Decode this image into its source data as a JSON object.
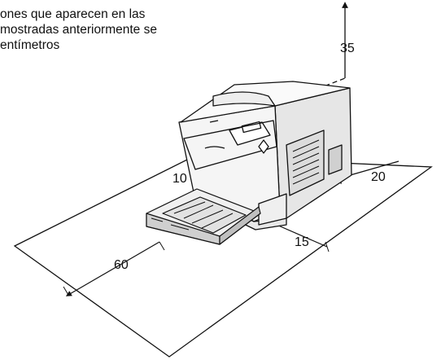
{
  "caption": {
    "lines": [
      "ones que aparecen en las",
      "mostradas anteriormente se",
      "entímetros"
    ]
  },
  "dimensions": {
    "top": "35",
    "left": "10",
    "right": "20",
    "front": "15",
    "long": "60"
  },
  "colors": {
    "line": "#111111",
    "printer_body": "#f4f4f4",
    "printer_shadow": "#d8d8d8",
    "tray": "#cfcfcf"
  }
}
